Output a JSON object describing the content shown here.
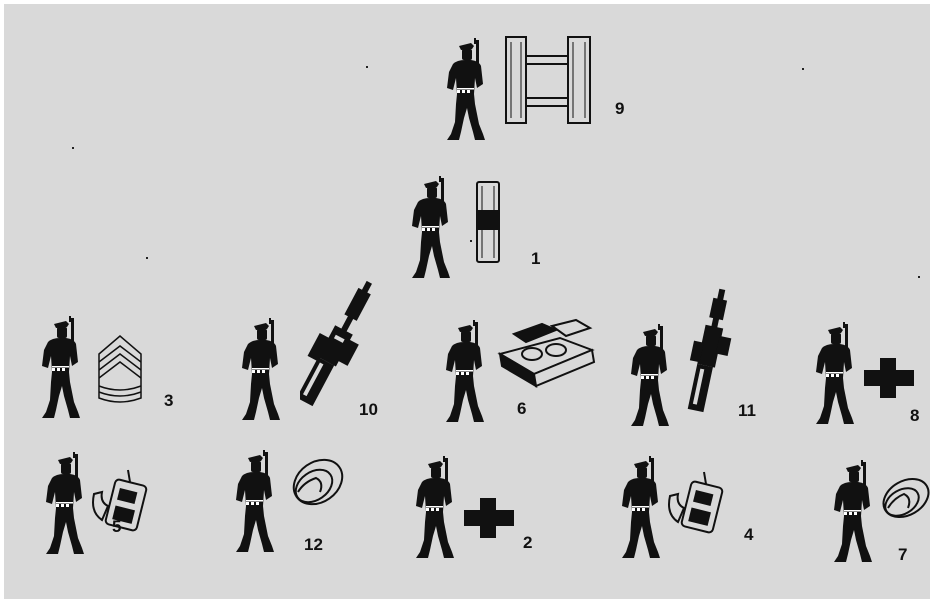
{
  "colors": {
    "background": "#d9d9d9",
    "border": "#ffffff",
    "silhouette": "#111111",
    "insignia_fill": "#d9d9d9"
  },
  "units": [
    {
      "id": "u9",
      "label": "9",
      "icon": "captain-bars-icon"
    },
    {
      "id": "u1",
      "label": "1",
      "icon": "lieutenant-bar-icon"
    },
    {
      "id": "u3",
      "label": "3",
      "icon": "sergeant-chevrons-icon"
    },
    {
      "id": "u10",
      "label": "10",
      "icon": "rifle-icon"
    },
    {
      "id": "u6",
      "label": "6",
      "icon": "ammo-box-icon"
    },
    {
      "id": "u11",
      "label": "11",
      "icon": "rifle-icon"
    },
    {
      "id": "u8",
      "label": "8",
      "icon": "medic-cross-icon"
    },
    {
      "id": "u5",
      "label": "5",
      "icon": "radio-icon"
    },
    {
      "id": "u12",
      "label": "12",
      "icon": "bandage-roll-icon"
    },
    {
      "id": "u2",
      "label": "2",
      "icon": "medic-cross-icon"
    },
    {
      "id": "u4",
      "label": "4",
      "icon": "radio-icon"
    },
    {
      "id": "u7",
      "label": "7",
      "icon": "bandage-roll-icon"
    }
  ]
}
